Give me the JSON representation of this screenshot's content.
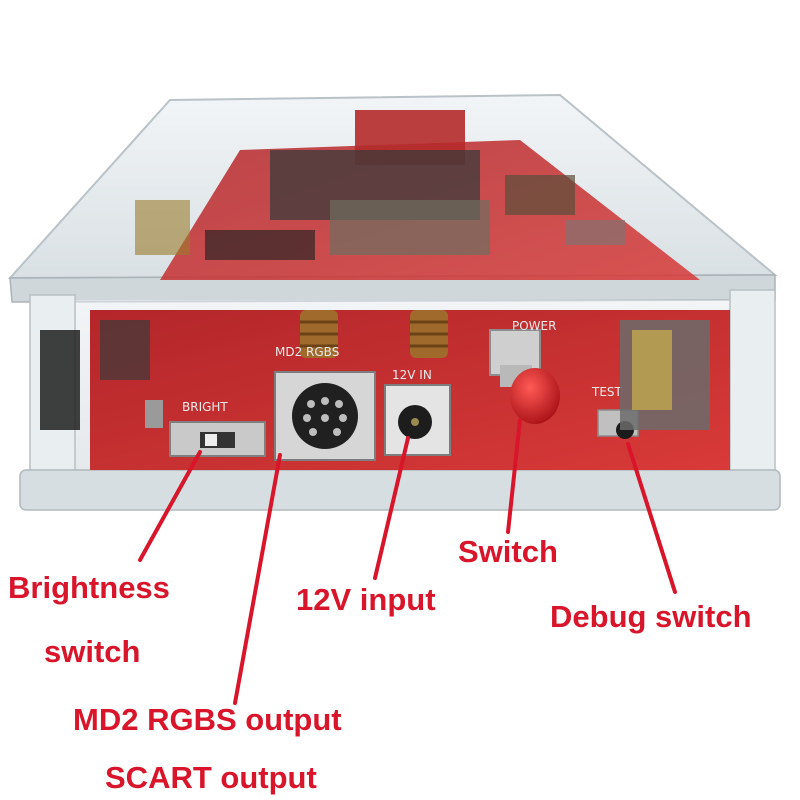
{
  "photo": {
    "panel_labels": {
      "bright": "BRIGHT",
      "md2_rgbs": "MD2 RGBS",
      "12v_in": "12V IN",
      "power": "POWER",
      "test": "TEST"
    }
  },
  "callouts": {
    "brightness_line1": "Brightness",
    "brightness_line2": "switch",
    "md2_rgbs_output": "MD2 RGBS output",
    "scart_output": "SCART output",
    "input_12v": "12V input",
    "switch": "Switch",
    "debug_switch": "Debug switch"
  },
  "colors": {
    "callout_text": "#d8152a",
    "pcb": "#c4262b",
    "case": "#dfe6ea"
  }
}
